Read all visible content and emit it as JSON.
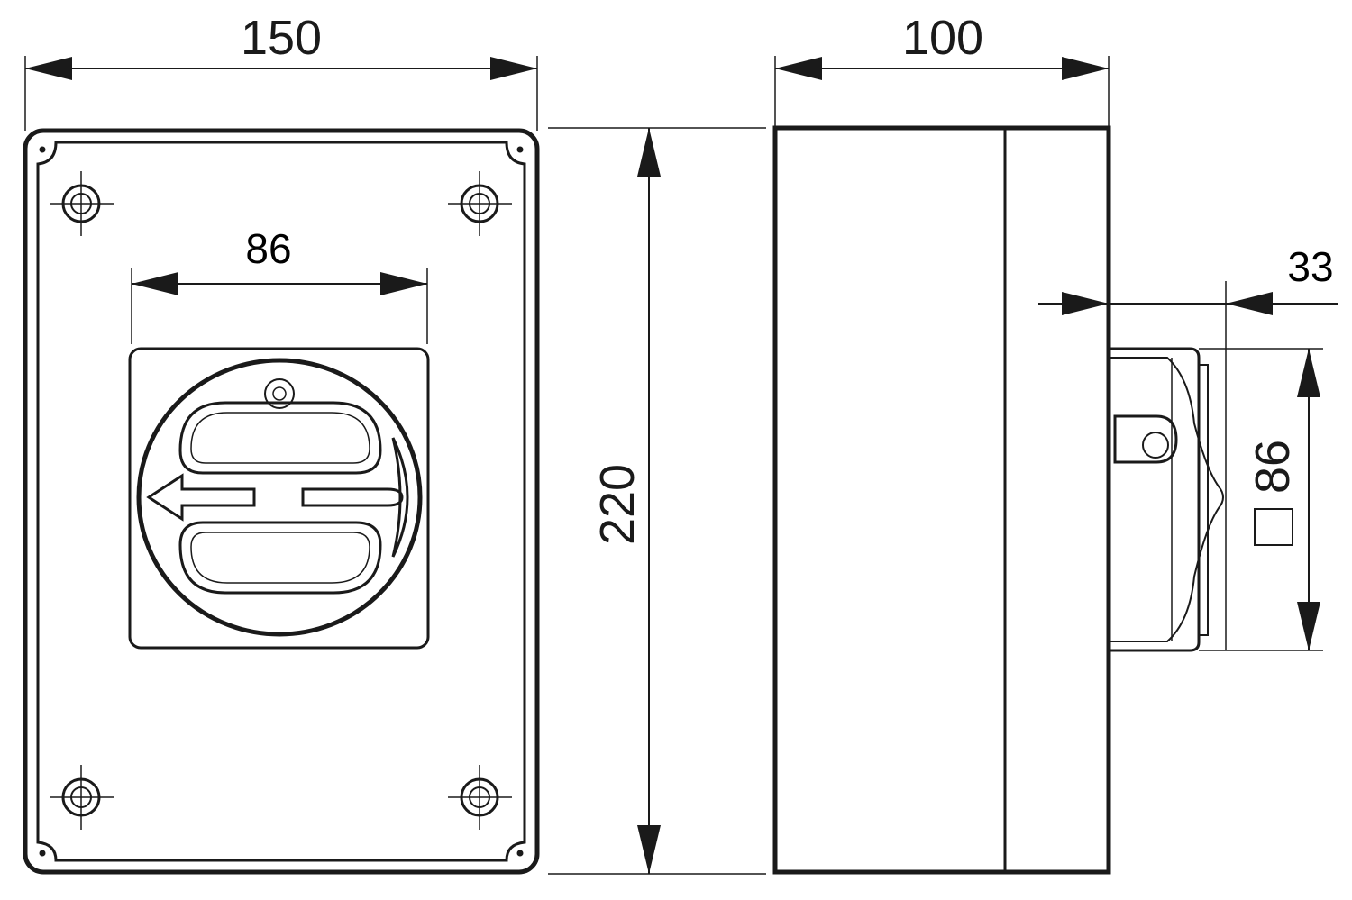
{
  "dimensions": {
    "front_width": "150",
    "side_depth": "100",
    "height": "220",
    "handle_plate_width": "86",
    "handle_projection": "33",
    "handle_square": "86",
    "square_symbol": "□"
  },
  "colors": {
    "line": "#1a1a1a",
    "background": "#ffffff"
  }
}
